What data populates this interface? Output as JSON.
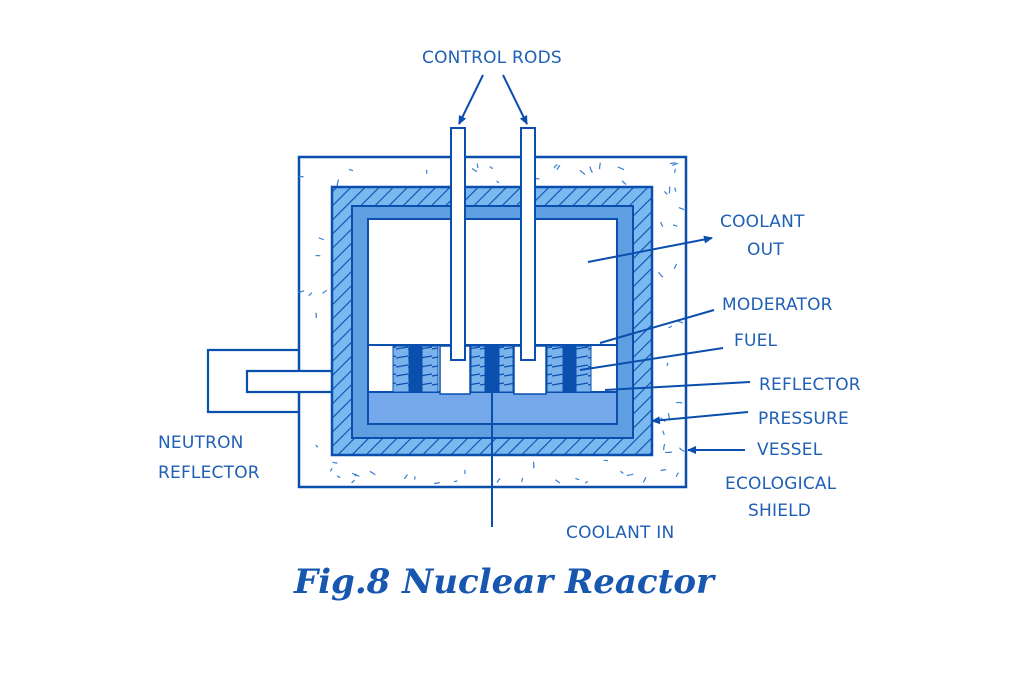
{
  "figure": {
    "title": "Fig.8 Nuclear Reactor",
    "subject": "Nuclear reactor cross-section"
  },
  "labels": {
    "control_rods": "CONTROL RODS",
    "coolant_out": [
      "COOLANT",
      "OUT"
    ],
    "moderator": "MODERATOR",
    "fuel": "FUEL",
    "reflector": "REFLECTOR",
    "pressure": "PRESSURE",
    "vessel": "VESSEL",
    "ecological_shield": [
      "EϹOLOGICAL",
      "SHIELD"
    ],
    "neutron_reflector": [
      "NEUTRON",
      "REFLECTOR"
    ],
    "coolant_in": "COOLANT IN"
  },
  "colors": {
    "line": "#0a4fad",
    "vessel_fill": "#7ab8f0",
    "reflector_fill": "#5f9ee0",
    "moderator_fill": "#74a8ea",
    "fuel_rod": "#0a4fad",
    "text": "#1f5fb5"
  }
}
